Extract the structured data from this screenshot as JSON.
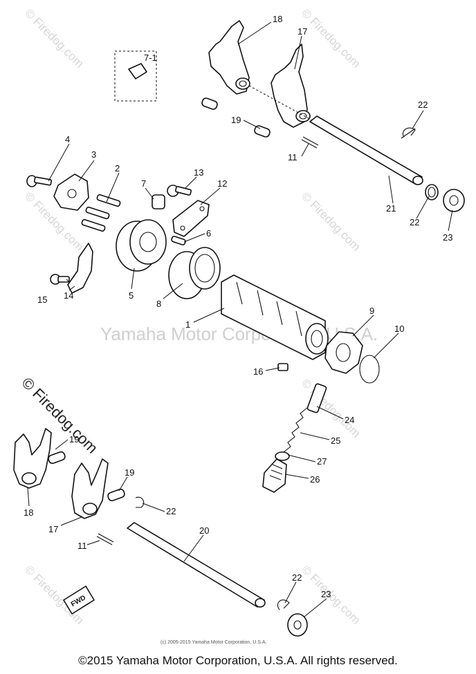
{
  "watermark_corner": "© Firedog.com",
  "watermark_center": "Yamaha Motor Corporation, U.S.A.",
  "watermark_big": "© Firedog.com",
  "credit_line": "(c) 2005-2015 Yamaha Motor Corporation, U.S.A.",
  "fwd_label": "FWD",
  "copyright": "©2015 Yamaha Motor Corporation, U.S.A. All rights reserved.",
  "callouts": {
    "c1": "1",
    "c2": "2",
    "c3": "3",
    "c4": "4",
    "c5": "5",
    "c6": "6",
    "c7": "7",
    "c7_1": "7-1",
    "c8": "8",
    "c9": "9",
    "c10": "10",
    "c11a": "11",
    "c11b": "11",
    "c12": "12",
    "c13": "13",
    "c14": "14",
    "c15": "15",
    "c16": "16",
    "c17a": "17",
    "c17b": "17",
    "c18a": "18",
    "c18b": "18",
    "c19a": "19",
    "c19b": "19",
    "c19c": "19",
    "c20": "20",
    "c21": "21",
    "c22a": "22",
    "c22b": "22",
    "c22c": "22",
    "c22d": "22",
    "c23a": "23",
    "c23b": "23",
    "c24": "24",
    "c25": "25",
    "c26": "26",
    "c27": "27"
  }
}
